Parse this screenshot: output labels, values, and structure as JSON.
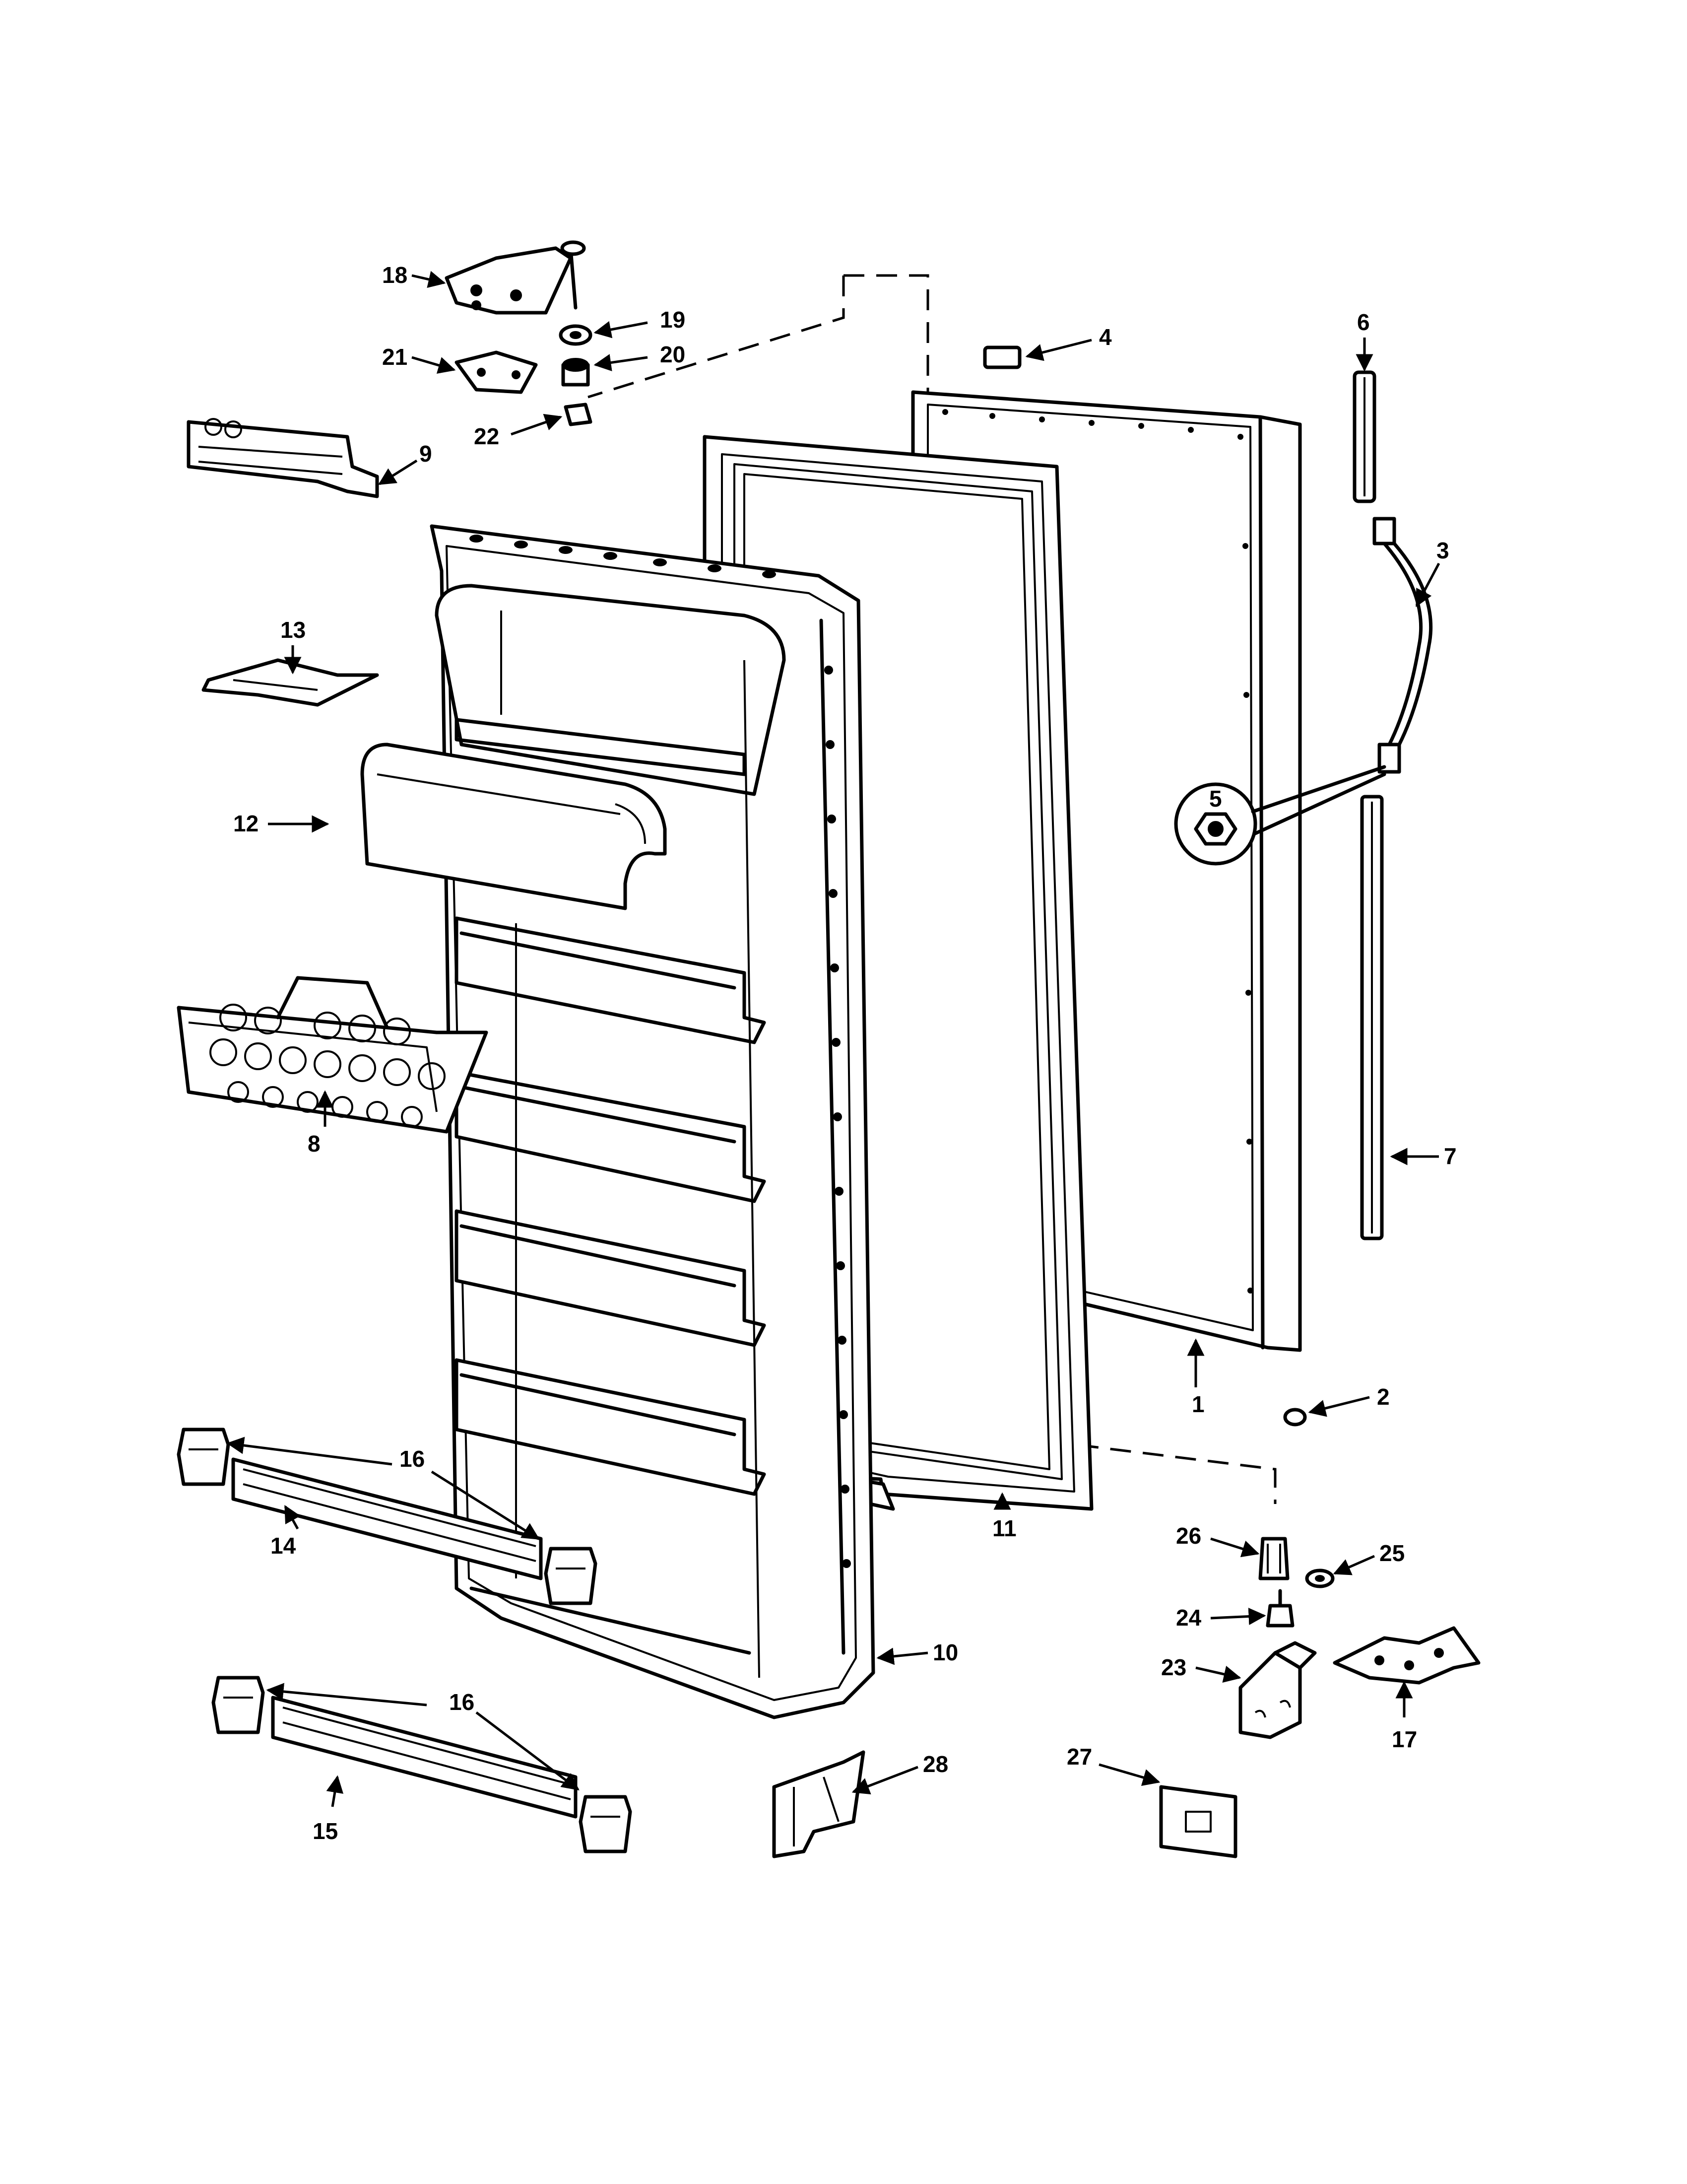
{
  "callouts": {
    "c1": "1",
    "c2": "2",
    "c3": "3",
    "c4": "4",
    "c5": "5",
    "c6": "6",
    "c7": "7",
    "c8": "8",
    "c9": "9",
    "c10": "10",
    "c11": "11",
    "c12": "12",
    "c13": "13",
    "c14": "14",
    "c15": "15",
    "c16a": "16",
    "c16b": "16",
    "c17": "17",
    "c18": "18",
    "c19": "19",
    "c20": "20",
    "c21": "21",
    "c22": "22",
    "c23": "23",
    "c24": "24",
    "c25": "25",
    "c26": "26",
    "c27": "27",
    "c28": "28"
  }
}
